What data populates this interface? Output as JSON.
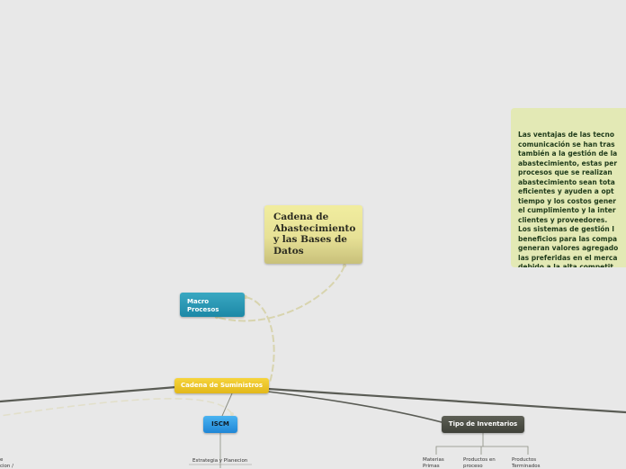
{
  "central": {
    "title": "Cadena de\nAbastecimiento\ny las Bases de\nDatos"
  },
  "nodes": {
    "macro": "Macro\nProcesos",
    "cadena": "Cadena de Suministros",
    "iscm": "ISCM",
    "tipo": "Tipo de Inventarios"
  },
  "note": {
    "text": "Las ventajas de las tecno\ncomunicación se han tras\ntambién a la gestión de la\nabastecimiento, estas per\nprocesos que se realizan\nabastecimiento sean tota\neficientes y ayuden a opt\ntiempo y los costos gener\nel cumplimiento y la inter\nclientes y proveedores.\nLos sistemas de gestión l\nbeneficios para las compa\ngeneran valores agregado\nlas preferidas en el merca\ndebido a la alta competit\nsistemas genera."
  },
  "children": {
    "estrategia": "Estrategia y Planecion",
    "materias": "Materias\nPrimas",
    "productos_proceso": "Productos en\nproceso",
    "productos_terminados": "Productos\nTerminados",
    "left_cut": "e\ncion /"
  },
  "colors": {
    "background": "#e8e8e8",
    "connector_curve": "#d8d4ae",
    "main_branch": "#5a5c55"
  }
}
